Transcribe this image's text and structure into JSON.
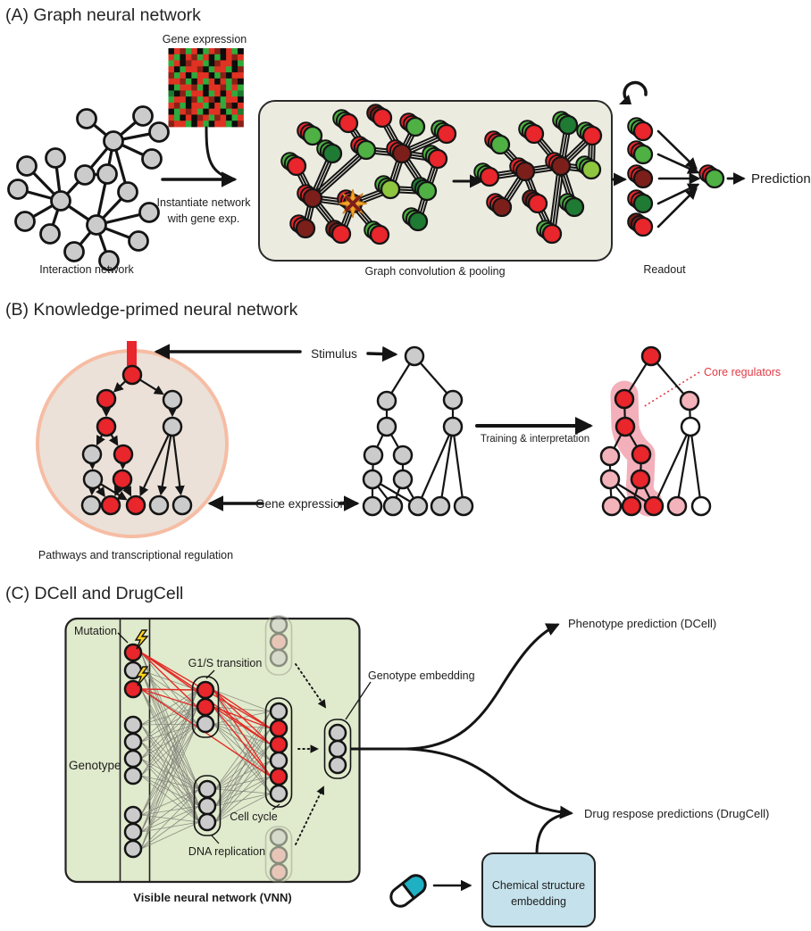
{
  "colors": {
    "red": "#e8262b",
    "dark_red": "#7c1f1a",
    "green": "#4fb044",
    "dark_green": "#1f7a33",
    "light_green": "#8ec63f",
    "node_gray": "#cbcbcb",
    "pink": "#f3b3ba",
    "faded_pink": "#f0a4a4",
    "white": "#ffffff",
    "conv_box": "#ecebe0",
    "vnn_box": "#e0eacc",
    "chem_box": "#c5e2ec",
    "cell_fill": "#ebe1d8",
    "cell_border": "#f6bda4",
    "heat_red": "#e03222",
    "heat_green": "#2fab3c",
    "heat_black": "#0d0d0d",
    "heat_dark_red": "#8a2016",
    "heat_dark_green": "#1c7a2e",
    "accent_red_text": "#e03a44",
    "blob_pink": "#f09aa6",
    "teal": "#1fb0c4",
    "bolt_yellow": "#ffd21f"
  },
  "panelA": {
    "title": "(A) Graph neural network",
    "gene_expression_label": "Gene expression",
    "interaction_network_label": "Interaction network",
    "instantiate_line1": "Instantiate network",
    "instantiate_line2": "with gene exp.",
    "conv_box_label": "Graph convolution & pooling",
    "readout_label": "Readout",
    "prediction_label": "Prediction",
    "heatmap_rows": [
      "krdgrkgrdkrgk",
      "rgkrdgrkgkrdr",
      "grkdrrgkdrrkg",
      "rkgrrdkgrrgkd",
      "dgrkgrrkgdkrr",
      "rrdgkrgrkrgdk",
      "kgrrdgkrrdgrg",
      "ekdgrrkgrkrge",
      "grrkdgrdkgrrk",
      "rdgkrrgkrgdkr",
      "kgrdrgkrrkgre",
      "rgkrkdrgdrkgr",
      "drrgkrgkrrgkd"
    ],
    "net1_nodes": [
      "gr",
      "rg",
      "rd",
      "gr",
      "rg",
      "rg",
      "eg",
      "gr",
      "dr",
      "rg",
      "dr",
      "dr",
      "lg",
      "ge",
      "dr",
      "rd",
      "rg",
      "eg"
    ],
    "net2_nodes": [
      "gr",
      "rg",
      "eg",
      "rg",
      "rg",
      "dr",
      "dr",
      "lg",
      "dr",
      "rd",
      "eg",
      "rg"
    ],
    "readout_nodes": [
      "rg",
      "gr",
      "dr",
      "er",
      "rd"
    ],
    "final_node": "gr"
  },
  "panelB": {
    "title": "(B) Knowledge-primed neural network",
    "stimulus_label": "Stimulus",
    "gene_expression_label": "Gene expression",
    "training_label": "Training & interpretation",
    "core_regulators_label": "Core regulators",
    "pathways_label": "Pathways and transcriptional regulation",
    "left_colors": [
      "red",
      "red",
      "gray",
      "red",
      "gray",
      "gray",
      "red",
      "gray",
      "red",
      "gray",
      "red",
      "red",
      "gray",
      "gray"
    ],
    "middle_colors": [
      "gray",
      "gray",
      "gray",
      "gray",
      "gray",
      "gray",
      "gray",
      "gray",
      "gray",
      "gray",
      "gray",
      "gray",
      "gray",
      "gray"
    ],
    "right_colors": [
      "red",
      "red",
      "pink",
      "red",
      "white",
      "pink",
      "red",
      "pink",
      "red",
      "pink",
      "red",
      "red",
      "pink",
      "white"
    ]
  },
  "panelC": {
    "title": "(C) DCell and DrugCell",
    "mutation_label": "Mutation",
    "genotype_label": "Genotype",
    "g1s_label": "G1/S transition",
    "dna_label": "DNA replication",
    "cellcycle_label": "Cell cycle",
    "embedding_label": "Genotype embedding",
    "vnn_label": "Visible neural network (VNN)",
    "phenotype_label": "Phenotype prediction (DCell)",
    "drug_label": "Drug respose predictions (DrugCell)",
    "chemical_line1": "Chemical structure",
    "chemical_line2": "embedding",
    "genotype_nodes": [
      "red_mut",
      "gray",
      "red_mut",
      "gray",
      "gray",
      "gray",
      "gray",
      "gray",
      "gray",
      "gray"
    ],
    "g1s_nodes": [
      "red",
      "red",
      "gray"
    ],
    "dna_nodes": [
      "gray",
      "gray",
      "gray"
    ],
    "cellcycle_nodes": [
      "gray",
      "red",
      "red",
      "gray",
      "red",
      "gray"
    ],
    "faded_top_nodes": [
      "gray",
      "pink",
      "gray"
    ],
    "faded_bottom_nodes": [
      "gray",
      "pink",
      "pink"
    ],
    "embedding_nodes": [
      "gray",
      "gray",
      "gray"
    ]
  }
}
